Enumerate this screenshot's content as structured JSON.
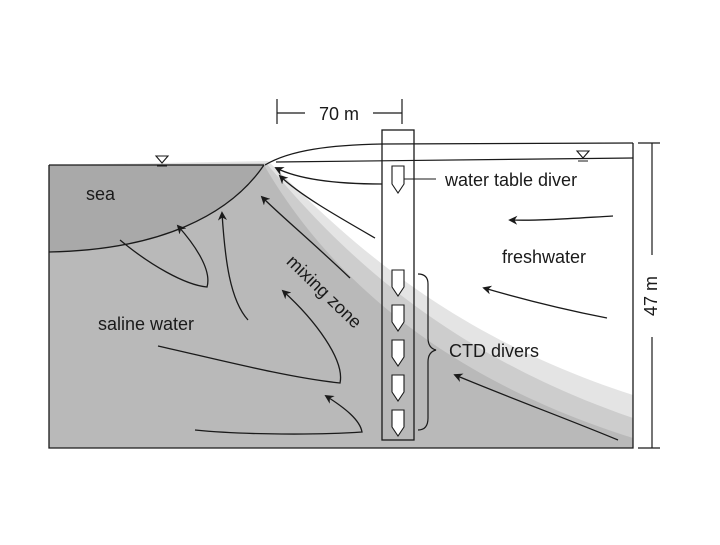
{
  "diagram": {
    "labels": {
      "sea": "sea",
      "saline_water": "saline water",
      "mixing_zone": "mixing zone",
      "freshwater": "freshwater",
      "water_table_diver": "water table diver",
      "ctd_divers": "CTD divers",
      "horizontal_scale": "70 m",
      "vertical_scale": "47 m"
    },
    "colors": {
      "saline_water": "#b9b9b9",
      "sea": "#a9a9a9",
      "mixing_zone_inner": "#cdcdcd",
      "mixing_zone_outer": "#e4e4e4",
      "freshwater": "#ffffff",
      "lines": "#1a1a1a"
    },
    "ctd_diver_count": 5
  }
}
